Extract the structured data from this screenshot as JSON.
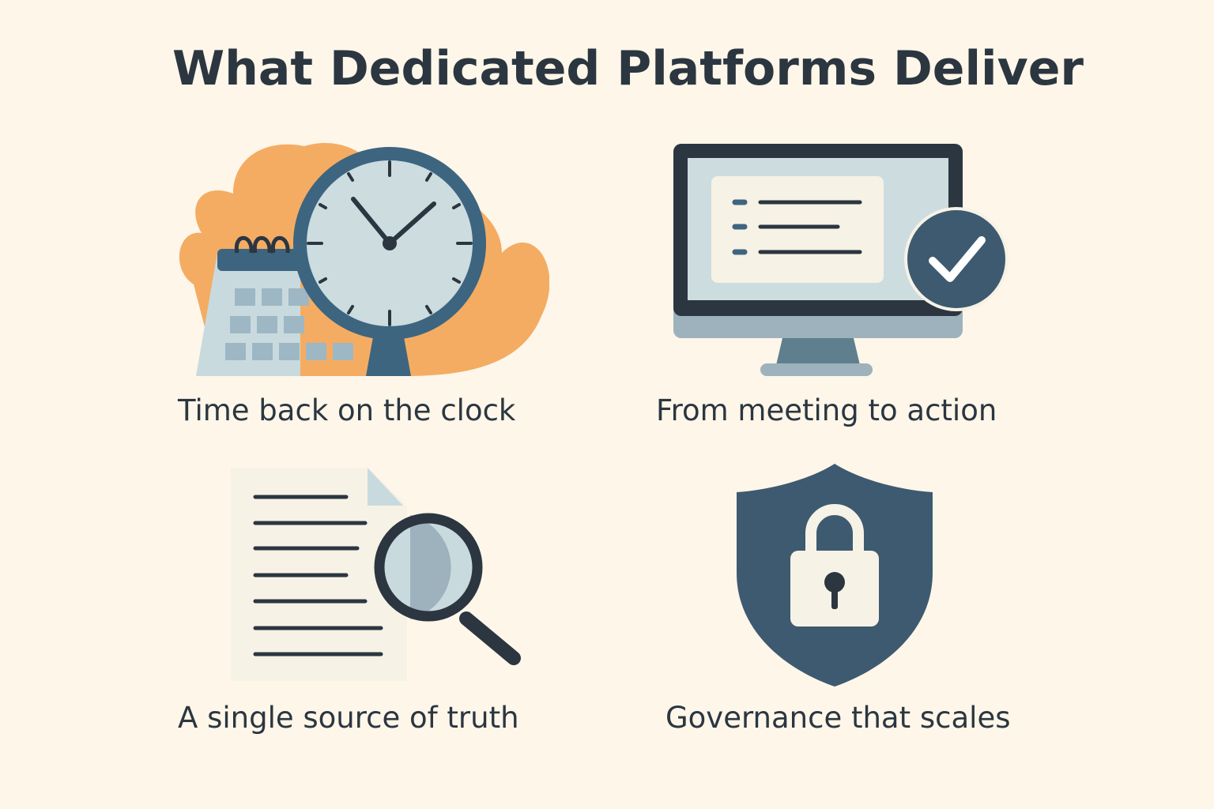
{
  "title": "What Dedicated Platforms Deliver",
  "features": [
    {
      "label": "Time back on the clock",
      "icon": "clock-calendar-icon"
    },
    {
      "label": "From meeting to action",
      "icon": "monitor-checklist-icon"
    },
    {
      "label": "A single source of truth",
      "icon": "document-magnifier-icon"
    },
    {
      "label": "Governance that scales",
      "icon": "shield-lock-icon"
    }
  ],
  "colors": {
    "background": "#fdf6e9",
    "dark": "#2b3640",
    "blue": "#3d6580",
    "orange": "#f4ac63",
    "light": "#c9dade"
  }
}
